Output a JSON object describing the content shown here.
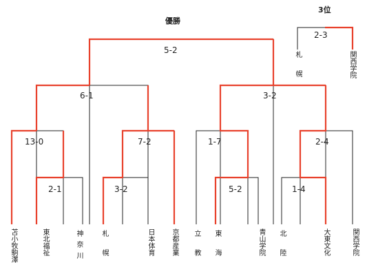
{
  "titles": {
    "champion": "優勝",
    "third_place": "3位"
  },
  "colors": {
    "line": "#222222",
    "winner": "#e8412c"
  },
  "teams": [
    {
      "name": "苫小牧駒澤"
    },
    {
      "name": "東北福祉"
    },
    {
      "name": "神奈川"
    },
    {
      "name": "札幌"
    },
    {
      "name": "日本体育"
    },
    {
      "name": "京都産業"
    },
    {
      "name": "立教"
    },
    {
      "name": "東海"
    },
    {
      "name": "青山学院"
    },
    {
      "name": "北陸"
    },
    {
      "name": "大東文化"
    },
    {
      "name": "関西学院"
    }
  ],
  "third_teams": [
    {
      "name": "札幌"
    },
    {
      "name": "関西学院"
    }
  ],
  "scores": {
    "final": "5-2",
    "third": "2-3",
    "sf_left": "6-1",
    "sf_right": "3-2",
    "qf1": "13-0",
    "qf2": "7-2",
    "qf3": "1-7",
    "qf4": "2-4",
    "r1a": "2-1",
    "r1b": "3-2",
    "r1c": "5-2",
    "r1d": "1-4"
  }
}
